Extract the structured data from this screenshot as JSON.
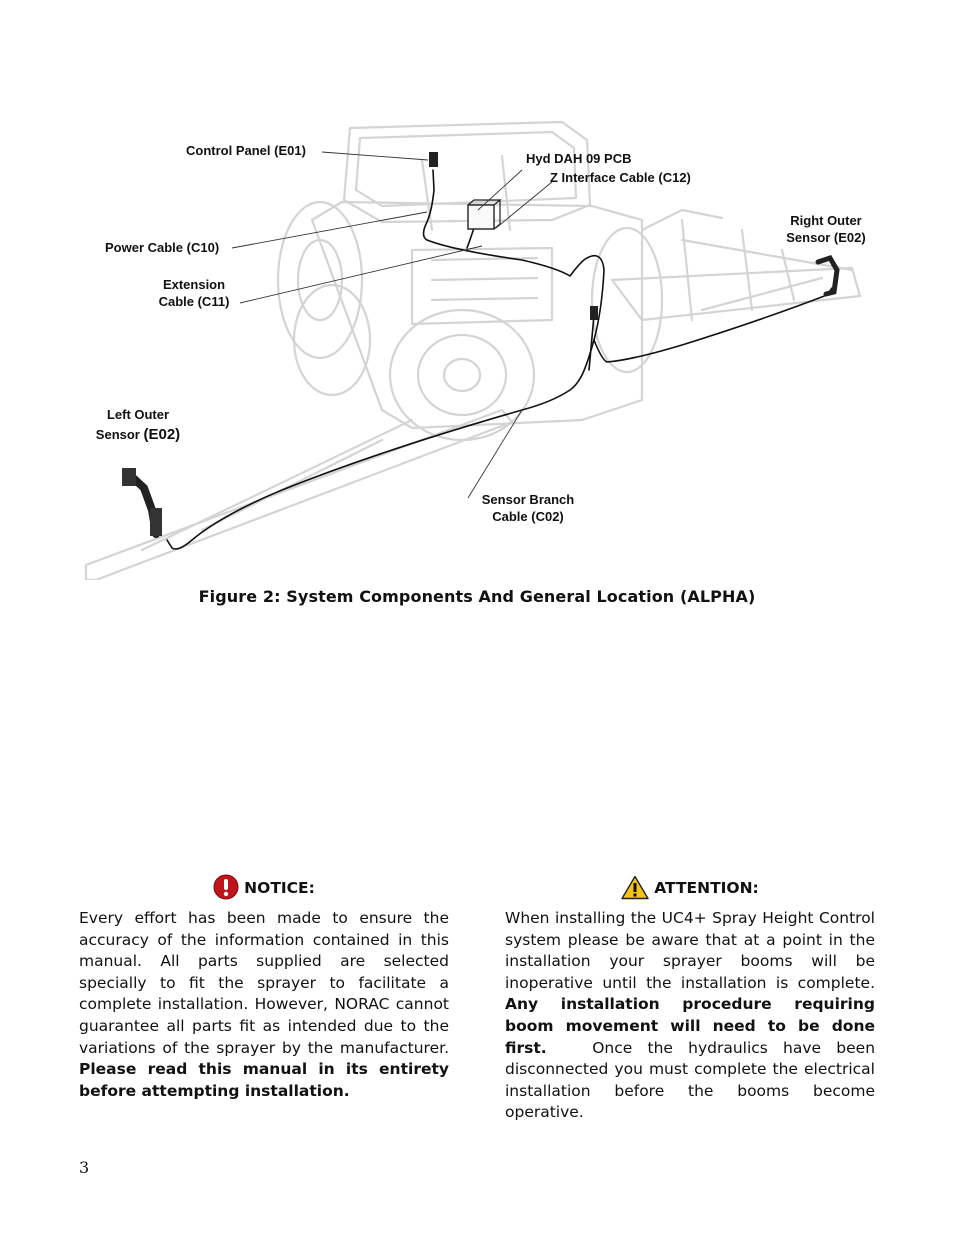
{
  "figure": {
    "labels": {
      "control_panel": "Control Panel (E01)",
      "hyd_pcb": "Hyd DAH 09 PCB",
      "z_interface": "Z Interface Cable (C12)",
      "right_outer_line1": "Right Outer",
      "right_outer_line2": "Sensor (E02)",
      "power_cable": "Power Cable (C10)",
      "extension_line1": "Extension",
      "extension_line2": "Cable (C11)",
      "left_outer_line1": "Left Outer",
      "left_outer_line2a": "Sensor",
      "left_outer_line2b": "(E02)",
      "sensor_branch_line1": "Sensor Branch",
      "sensor_branch_line2": "Cable (C02)"
    },
    "caption": "Figure 2: System Components And General Location (ALPHA)"
  },
  "notice": {
    "title": "NOTICE:",
    "icon": "exclamation-circle-icon",
    "icon_color": "#c0141c",
    "body": "Every effort has been made to ensure the accuracy of the information contained in this manual.  All parts supplied are selected specially to fit the sprayer to facilitate a complete installation.   However, NORAC cannot guarantee all parts fit as intended due to the variations of the sprayer by the manufacturer.",
    "body_bold": "Please read this manual in its entirety before attempting installation."
  },
  "attention": {
    "title": "ATTENTION:",
    "icon": "warning-triangle-icon",
    "icon_color": "#f2c318",
    "body": "When installing the UC4+ Spray Height Control system please be aware that at a point in the installation your sprayer booms will be inoperative until the installation is complete.",
    "body_bold": "Any installation procedure requiring boom movement will need to be done first.",
    "body_end": "Once the hydraulics have been disconnected you must complete the electrical installation before the booms become operative."
  },
  "page_number": "3"
}
